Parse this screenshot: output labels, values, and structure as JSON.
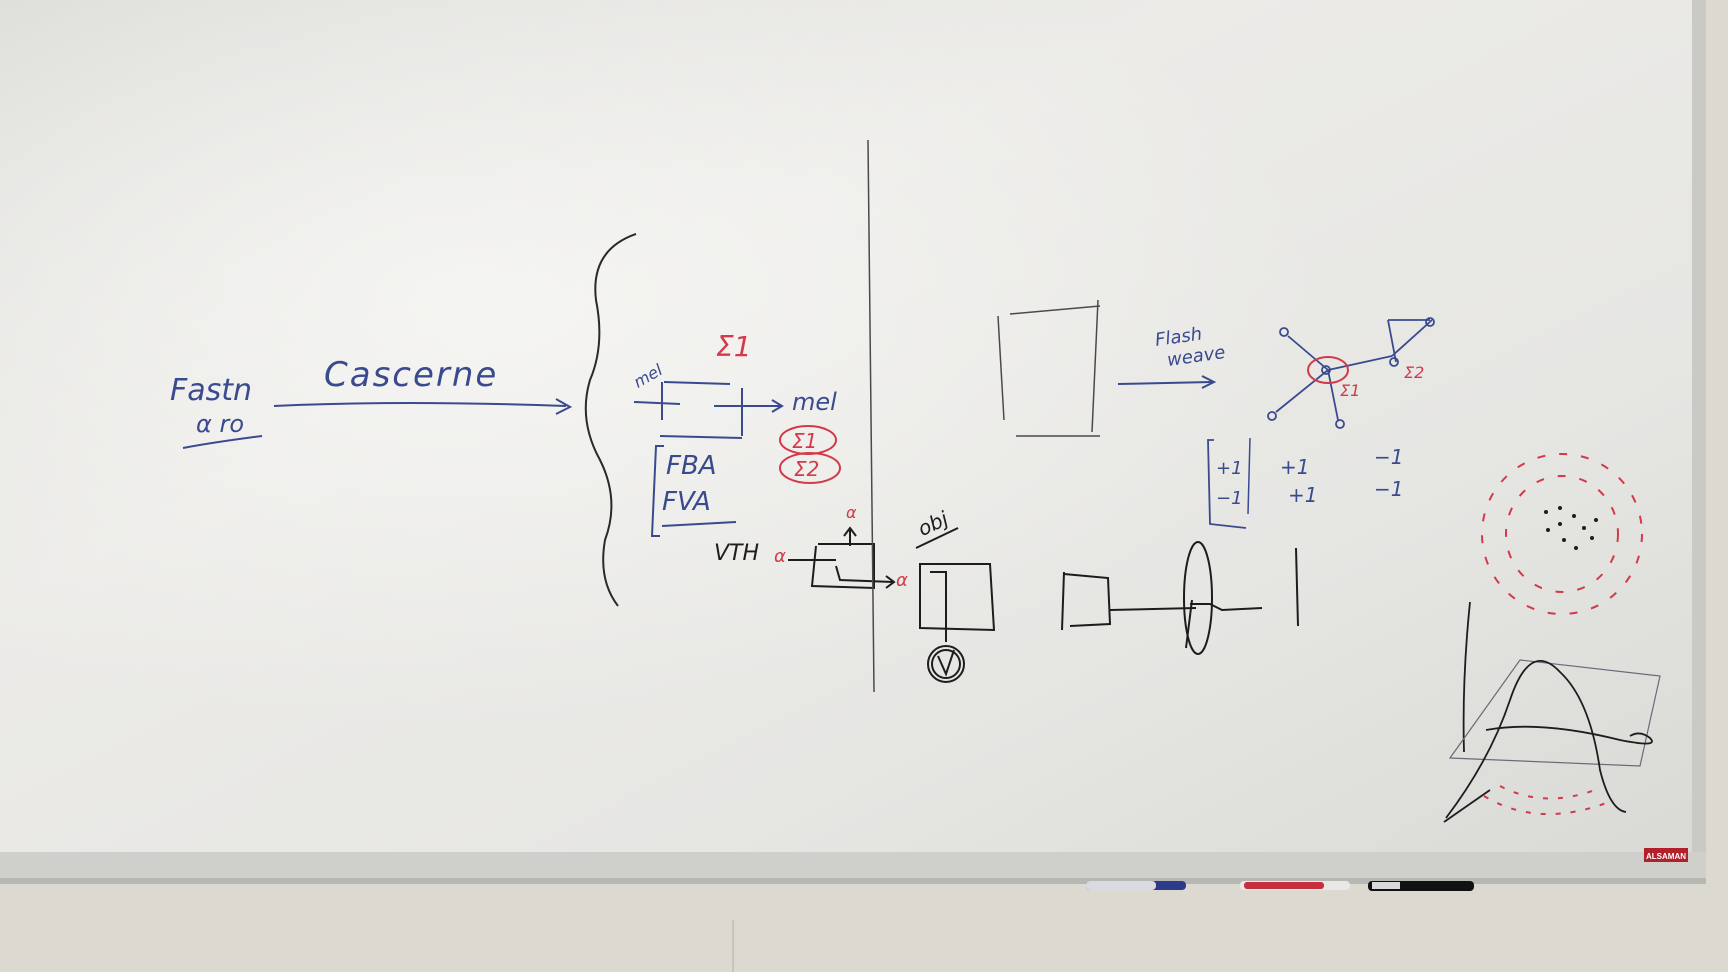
{
  "board": {
    "brand": "ALSAMAN",
    "colors": {
      "surface": "#e9e9e6",
      "blue_ink": "#3a4a8f",
      "red_ink": "#d23a4a",
      "black_ink": "#1d1d1d",
      "wall": "#dcd9d0",
      "tray": "#cfcfcb"
    }
  },
  "left_notes": {
    "source_line1": "Fastn",
    "source_line2": "α ro",
    "arrow_label": "Cascerne"
  },
  "middle_notes": {
    "mel_top": "mel",
    "z1_top": "Σ1",
    "mel_right": "mel",
    "fba": "FBA",
    "fva": "FVA",
    "z1_circled": "Σ1",
    "z2_circled": "Σ2",
    "vth": "VTH",
    "alpha_left": "α",
    "alpha_top": "α",
    "alpha_right": "α",
    "obj": "obj"
  },
  "right_notes": {
    "flash_line1": "Flash",
    "flash_line2": "weave",
    "z1_star": "Σ1",
    "z2_star": "Σ2",
    "matrix": [
      [
        "+1",
        "+1",
        "−1"
      ],
      [
        "−1",
        "+1",
        "−1"
      ]
    ]
  },
  "markers": [
    {
      "name": "blue-marker",
      "color": "#2e3a8a"
    },
    {
      "name": "red-marker",
      "color": "#c4303f"
    },
    {
      "name": "black-marker",
      "color": "#111111"
    }
  ]
}
